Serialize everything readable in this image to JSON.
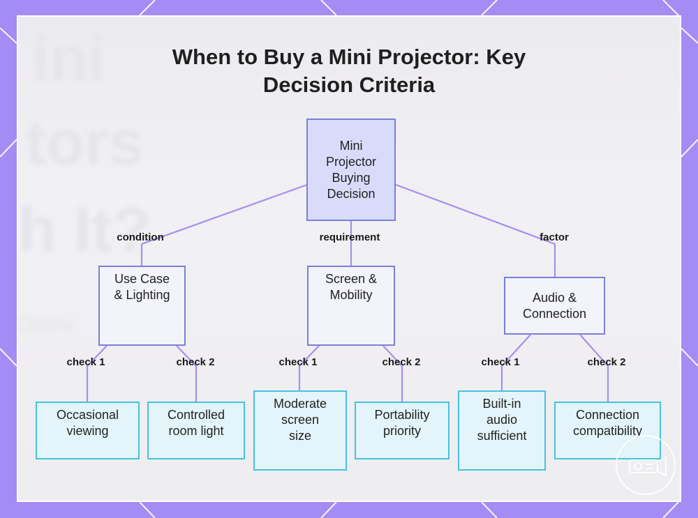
{
  "title": {
    "line1": "When to Buy a Mini Projector: Key",
    "line2": "Decision Criteria"
  },
  "background_text": [
    "ini",
    "tors",
    "h It?",
    "Overv"
  ],
  "nodes": {
    "root": "Mini\nProjector\nBuying\nDecision",
    "use_case": "Use Case\n& Lighting",
    "screen": "Screen &\nMobility",
    "audio": "Audio &\nConnection",
    "occasional": "Occasional\nviewing",
    "controlled": "Controlled\nroom light",
    "moderate": "Moderate\nscreen\nsize",
    "portability": "Portability\npriority",
    "builtin": "Built-in\naudio\nsufficient",
    "connection": "Connection\ncompatibility"
  },
  "edge_labels": {
    "condition": "condition",
    "requirement": "requirement",
    "factor": "factor",
    "uc_check1": "check 1",
    "uc_check2": "check 2",
    "sc_check1": "check 1",
    "sc_check2": "check 2",
    "au_check1": "check 1",
    "au_check2": "check 2"
  },
  "colors": {
    "frame": "#a48cf4",
    "root_fill": "#d9dbfb",
    "node_border": "#7b7fd8",
    "leaf_border": "#45c3dc",
    "edge": "#a98ef0"
  },
  "icons": [
    "projector-logo-icon"
  ]
}
